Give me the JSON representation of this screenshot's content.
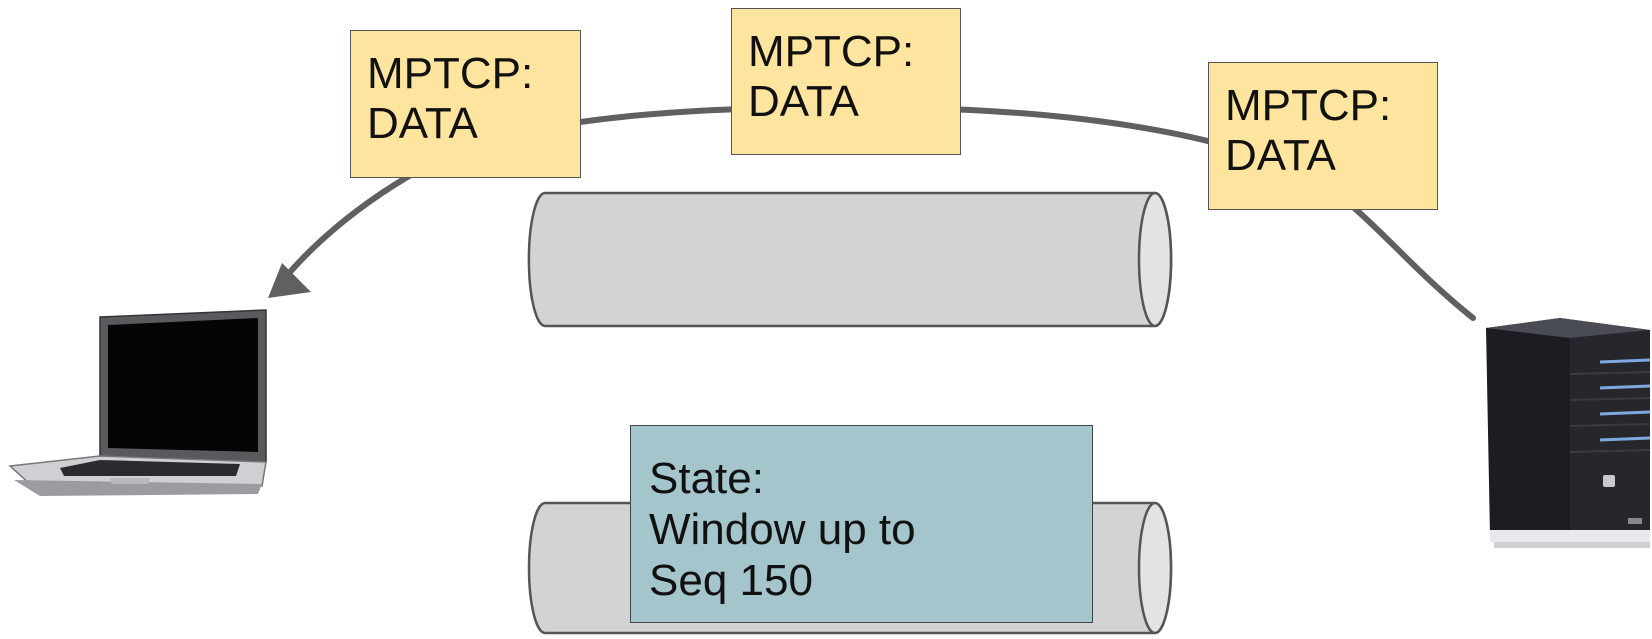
{
  "packets": [
    {
      "line1": "MPTCP:",
      "line2": "DATA"
    },
    {
      "line1": "MPTCP:",
      "line2": "DATA"
    },
    {
      "line1": "MPTCP:",
      "line2": "DATA"
    }
  ],
  "state": {
    "line1": "State:",
    "line2": "Window up to",
    "line3": "Seq 150"
  },
  "colors": {
    "packet_fill": "#fde49f",
    "state_fill": "#a5c5cc",
    "pipe_fill": "#d3d3d3",
    "path_stroke": "#606060"
  },
  "icons": {
    "client": "laptop-icon",
    "server": "server-icon"
  }
}
